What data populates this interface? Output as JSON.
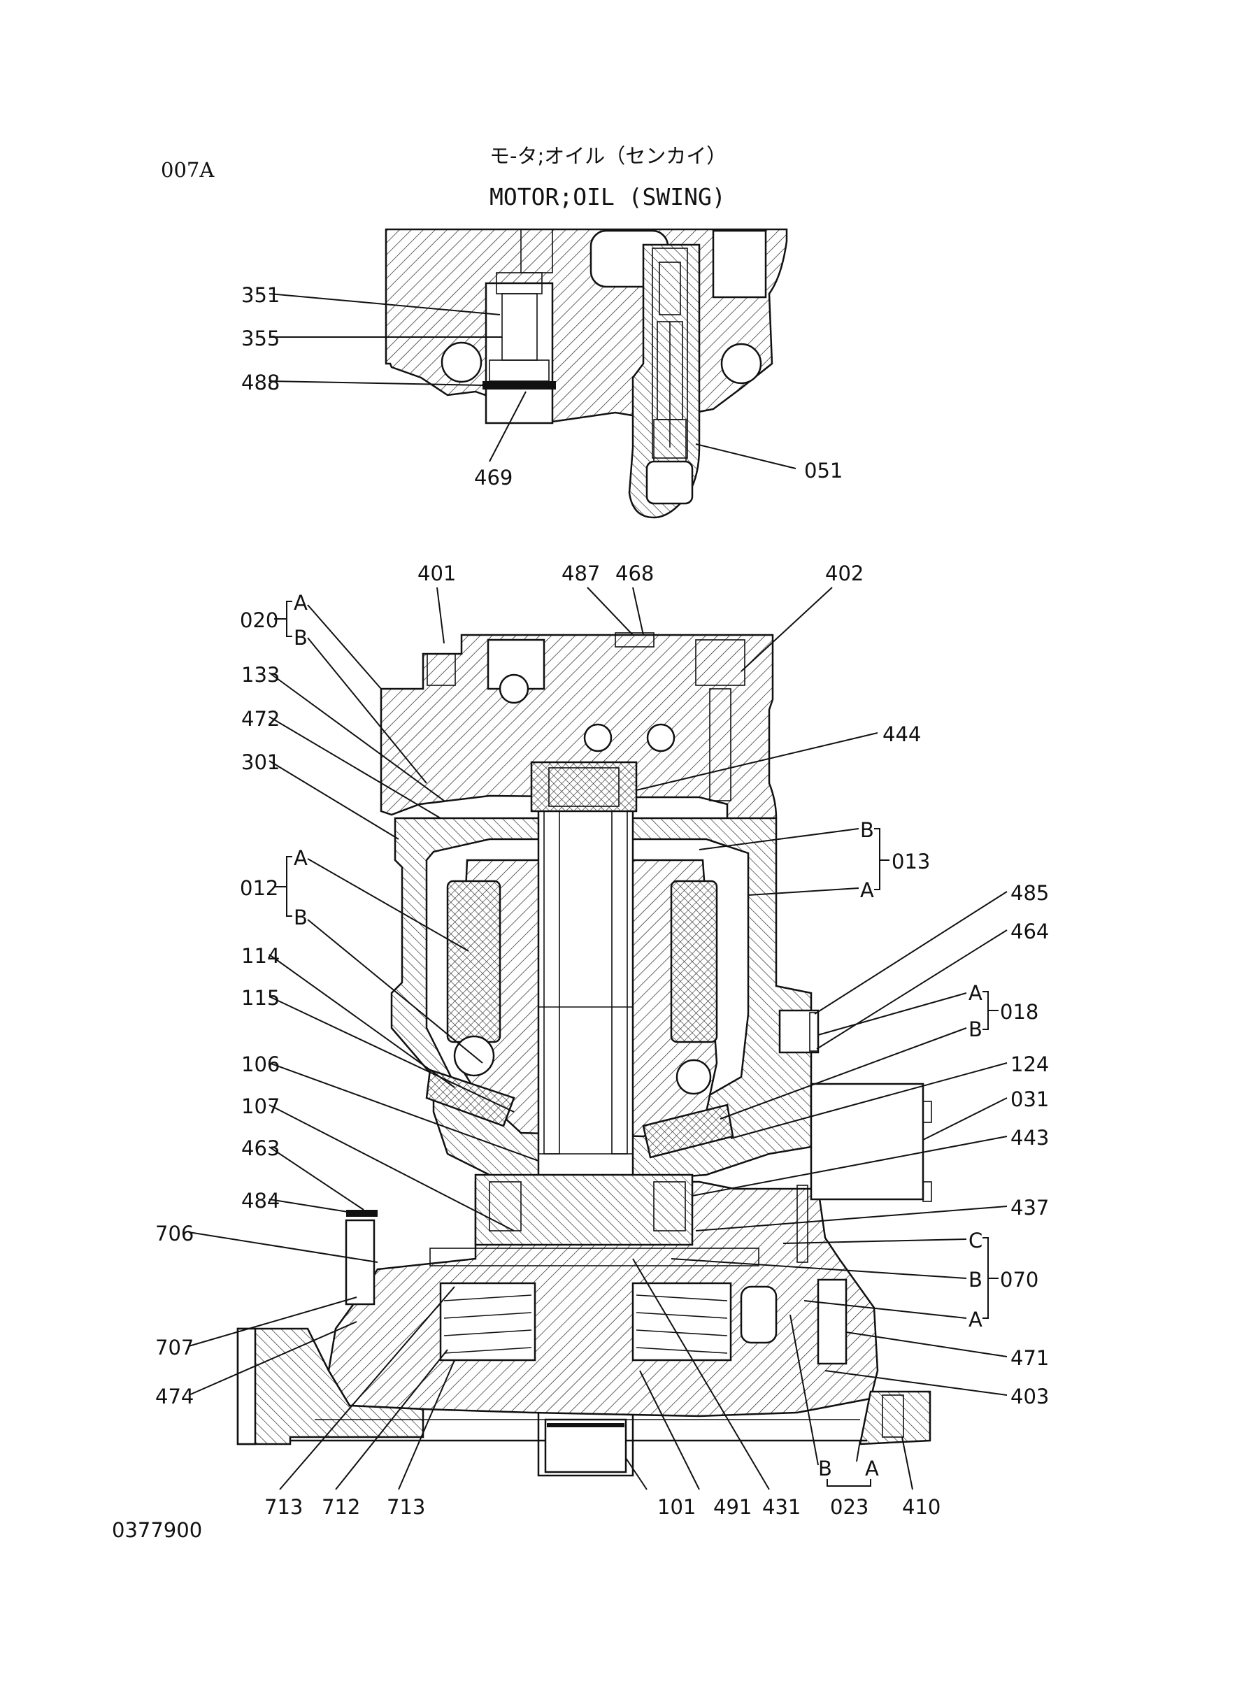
{
  "sheet": {
    "page_code": "007A",
    "title_jp": "モ-タ;オイル（センカイ）",
    "title_en": "MOTOR;OIL (SWING)",
    "drawing_number": "0377900"
  },
  "callouts": {
    "c351": "351",
    "c355": "355",
    "c488": "488",
    "c469": "469",
    "c051": "051",
    "c401": "401",
    "c487": "487",
    "c468": "468",
    "c402": "402",
    "c020": "020",
    "c020a": "A",
    "c020b": "B",
    "c133": "133",
    "c472": "472",
    "c301": "301",
    "c444": "444",
    "c013": "013",
    "c013a": "A",
    "c013b": "B",
    "c012": "012",
    "c012a": "A",
    "c012b": "B",
    "c485": "485",
    "c464": "464",
    "c018": "018",
    "c018a": "A",
    "c018b": "B",
    "c114": "114",
    "c115": "115",
    "c124": "124",
    "c106": "106",
    "c031": "031",
    "c107": "107",
    "c443": "443",
    "c463": "463",
    "c484": "484",
    "c437": "437",
    "c706": "706",
    "c070": "070",
    "c070a": "A",
    "c070b": "B",
    "c070c": "C",
    "c707": "707",
    "c471": "471",
    "c474": "474",
    "c403": "403",
    "c713a": "713",
    "c712": "712",
    "c713b": "713",
    "c101": "101",
    "c491": "491",
    "c431": "431",
    "c023": "023",
    "c023a": "A",
    "c023b": "B",
    "c410": "410"
  }
}
